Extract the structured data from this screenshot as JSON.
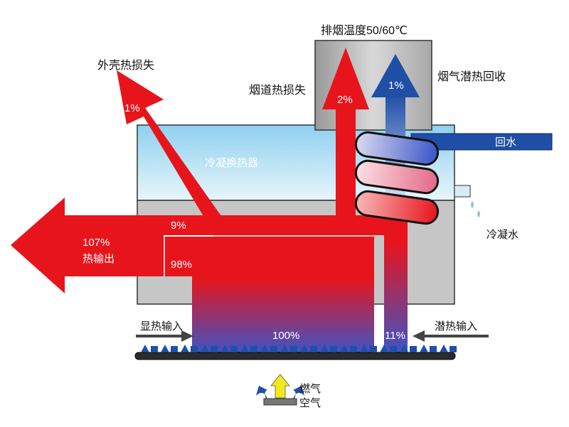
{
  "labels": {
    "exhaust_temp": "排烟温度50/60℃",
    "shell_loss": "外壳热损失",
    "flue_loss": "烟道热损失",
    "latent_recovery": "烟气潜热回收",
    "condensing_exchanger": "冷凝换热器",
    "return_water": "回水",
    "condensate": "冷凝水",
    "heat_output": "热输出",
    "sensible_input": "显热输入",
    "latent_input": "潜热输入",
    "gas": "燃气",
    "air": "空气"
  },
  "values": {
    "shell_loss_pct": "1%",
    "flue_loss_pct": "2%",
    "latent_recovery_pct": "1%",
    "output_pct": "107%",
    "split_9": "9%",
    "split_98": "98%",
    "sensible_input_pct": "100%",
    "latent_input_pct": "11%"
  },
  "colors": {
    "heat_red": "#e8141c",
    "latent_blue": "#1f4fa6",
    "box_grey": "#c6c6c6",
    "exchanger_sky": "#bfe6f7"
  }
}
